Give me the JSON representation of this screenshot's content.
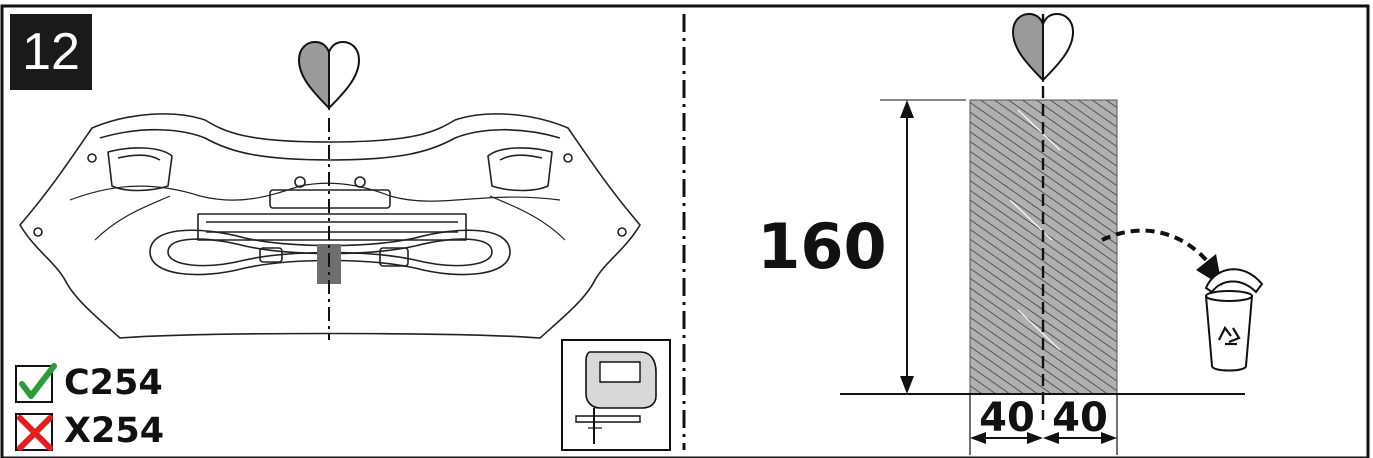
{
  "step": {
    "number": "12"
  },
  "variants": [
    {
      "code": "C254",
      "status": "allowed",
      "icon": "check-icon",
      "color": "#2e9b3a"
    },
    {
      "code": "X254",
      "status": "not-allowed",
      "icon": "cross-icon",
      "color": "#e02020"
    }
  ],
  "dimensions": {
    "height": "160",
    "width_left": "40",
    "width_right": "40"
  },
  "icons": {
    "left_symbol": "heart-icon",
    "right_symbol": "heart-icon",
    "tool": "jigsaw-icon",
    "disposal": "recycle-bin-icon"
  },
  "colors": {
    "badge": "#1a1a1a",
    "hatch": "#9a9a9a",
    "cut_strip": "#6e6e6e"
  }
}
